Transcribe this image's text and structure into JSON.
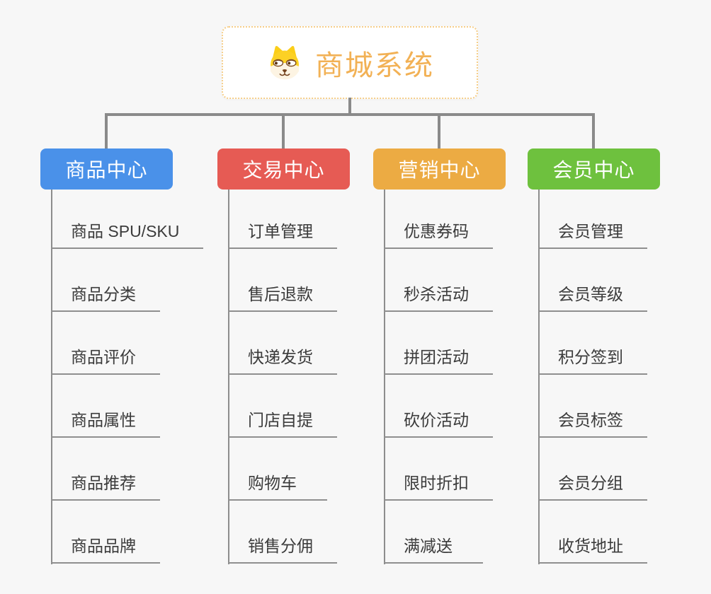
{
  "page": {
    "background": "#f7f7f7",
    "connector_color": "#8a8a8a",
    "child_text_color": "#3b3b3b"
  },
  "root": {
    "title": "商城系统",
    "icon": "dog-face-icon",
    "title_color": "#f2b155",
    "border_color": "#f6ce89"
  },
  "branches": [
    {
      "label": "商品中心",
      "color": "#4a91e9",
      "children": [
        "商品 SPU/SKU",
        "商品分类",
        "商品评价",
        "商品属性",
        "商品推荐",
        "商品品牌"
      ]
    },
    {
      "label": "交易中心",
      "color": "#e65b54",
      "children": [
        "订单管理",
        "售后退款",
        "快递发货",
        "门店自提",
        "购物车",
        "销售分佣"
      ]
    },
    {
      "label": "营销中心",
      "color": "#ecab43",
      "children": [
        "优惠券码",
        "秒杀活动",
        "拼团活动",
        "砍价活动",
        "限时折扣",
        "满减送"
      ]
    },
    {
      "label": "会员中心",
      "color": "#6ec13e",
      "children": [
        "会员管理",
        "会员等级",
        "积分签到",
        "会员标签",
        "会员分组",
        "收货地址"
      ]
    }
  ]
}
